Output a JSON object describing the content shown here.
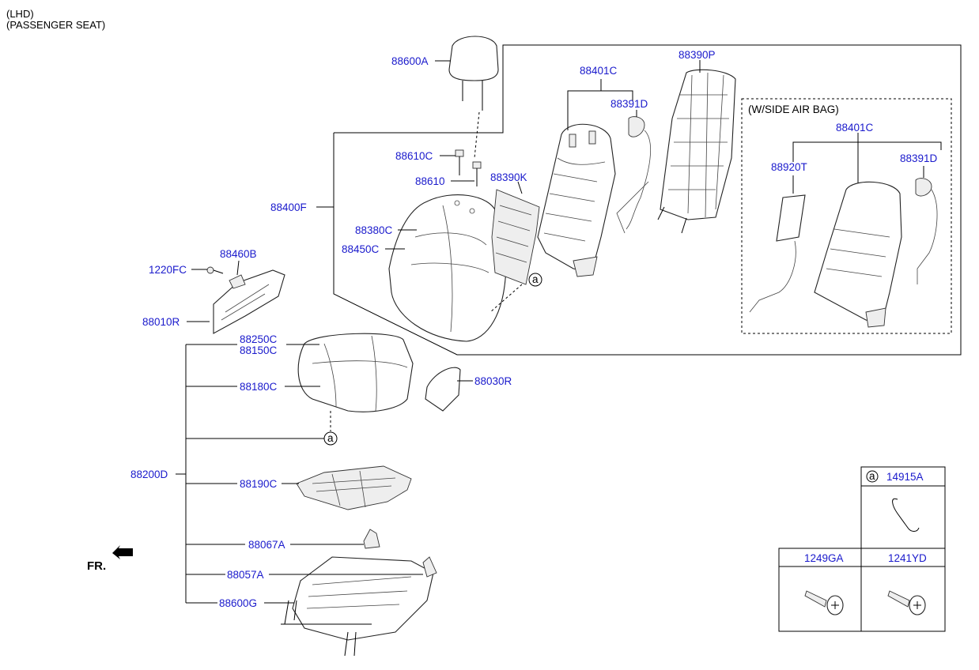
{
  "header": {
    "line1": "(LHD)",
    "line2": "(PASSENGER SEAT)"
  },
  "side_airbag_box_title": "(W/SIDE AIR BAG)",
  "front_arrow": "FR.",
  "callout_marker": "a",
  "labels": {
    "p88600A": "88600A",
    "p88401C": "88401C",
    "p88390P": "88390P",
    "p88391D": "88391D",
    "p88610C": "88610C",
    "p88610": "88610",
    "p88390K": "88390K",
    "p88400F": "88400F",
    "p88380C": "88380C",
    "p88450C": "88450C",
    "p88460B": "88460B",
    "p1220FC": "1220FC",
    "p88010R": "88010R",
    "p88250C": "88250C",
    "p88150C": "88150C",
    "p88180C": "88180C",
    "p88030R": "88030R",
    "p88200D": "88200D",
    "p88190C": "88190C",
    "p88067A": "88067A",
    "p88057A": "88057A",
    "p88600G": "88600G",
    "box_88401C": "88401C",
    "box_88920T": "88920T",
    "box_88391D": "88391D"
  },
  "hardware_table": {
    "clip_part": "14915A",
    "screw1_part": "1249GA",
    "screw2_part": "1241YD"
  }
}
